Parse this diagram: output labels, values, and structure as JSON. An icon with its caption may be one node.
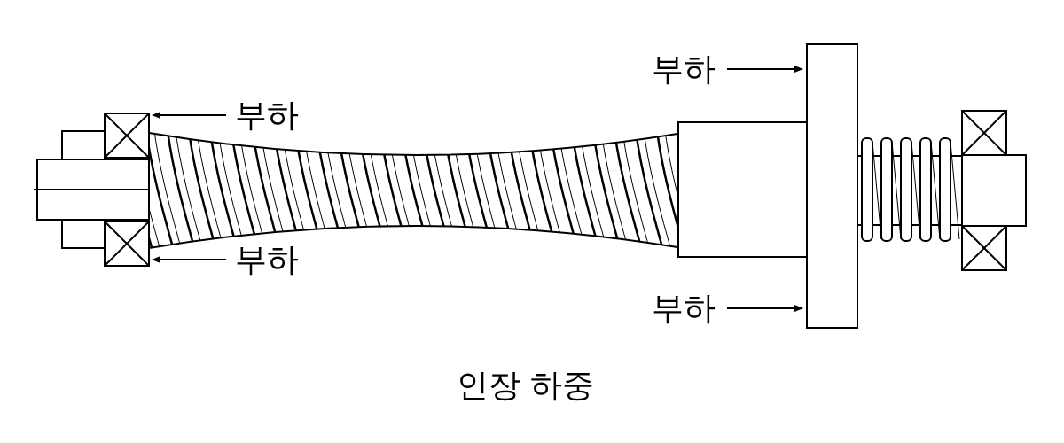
{
  "diagram": {
    "caption": "인장 하중",
    "labels": [
      "부하",
      "부하",
      "부하",
      "부하"
    ]
  }
}
